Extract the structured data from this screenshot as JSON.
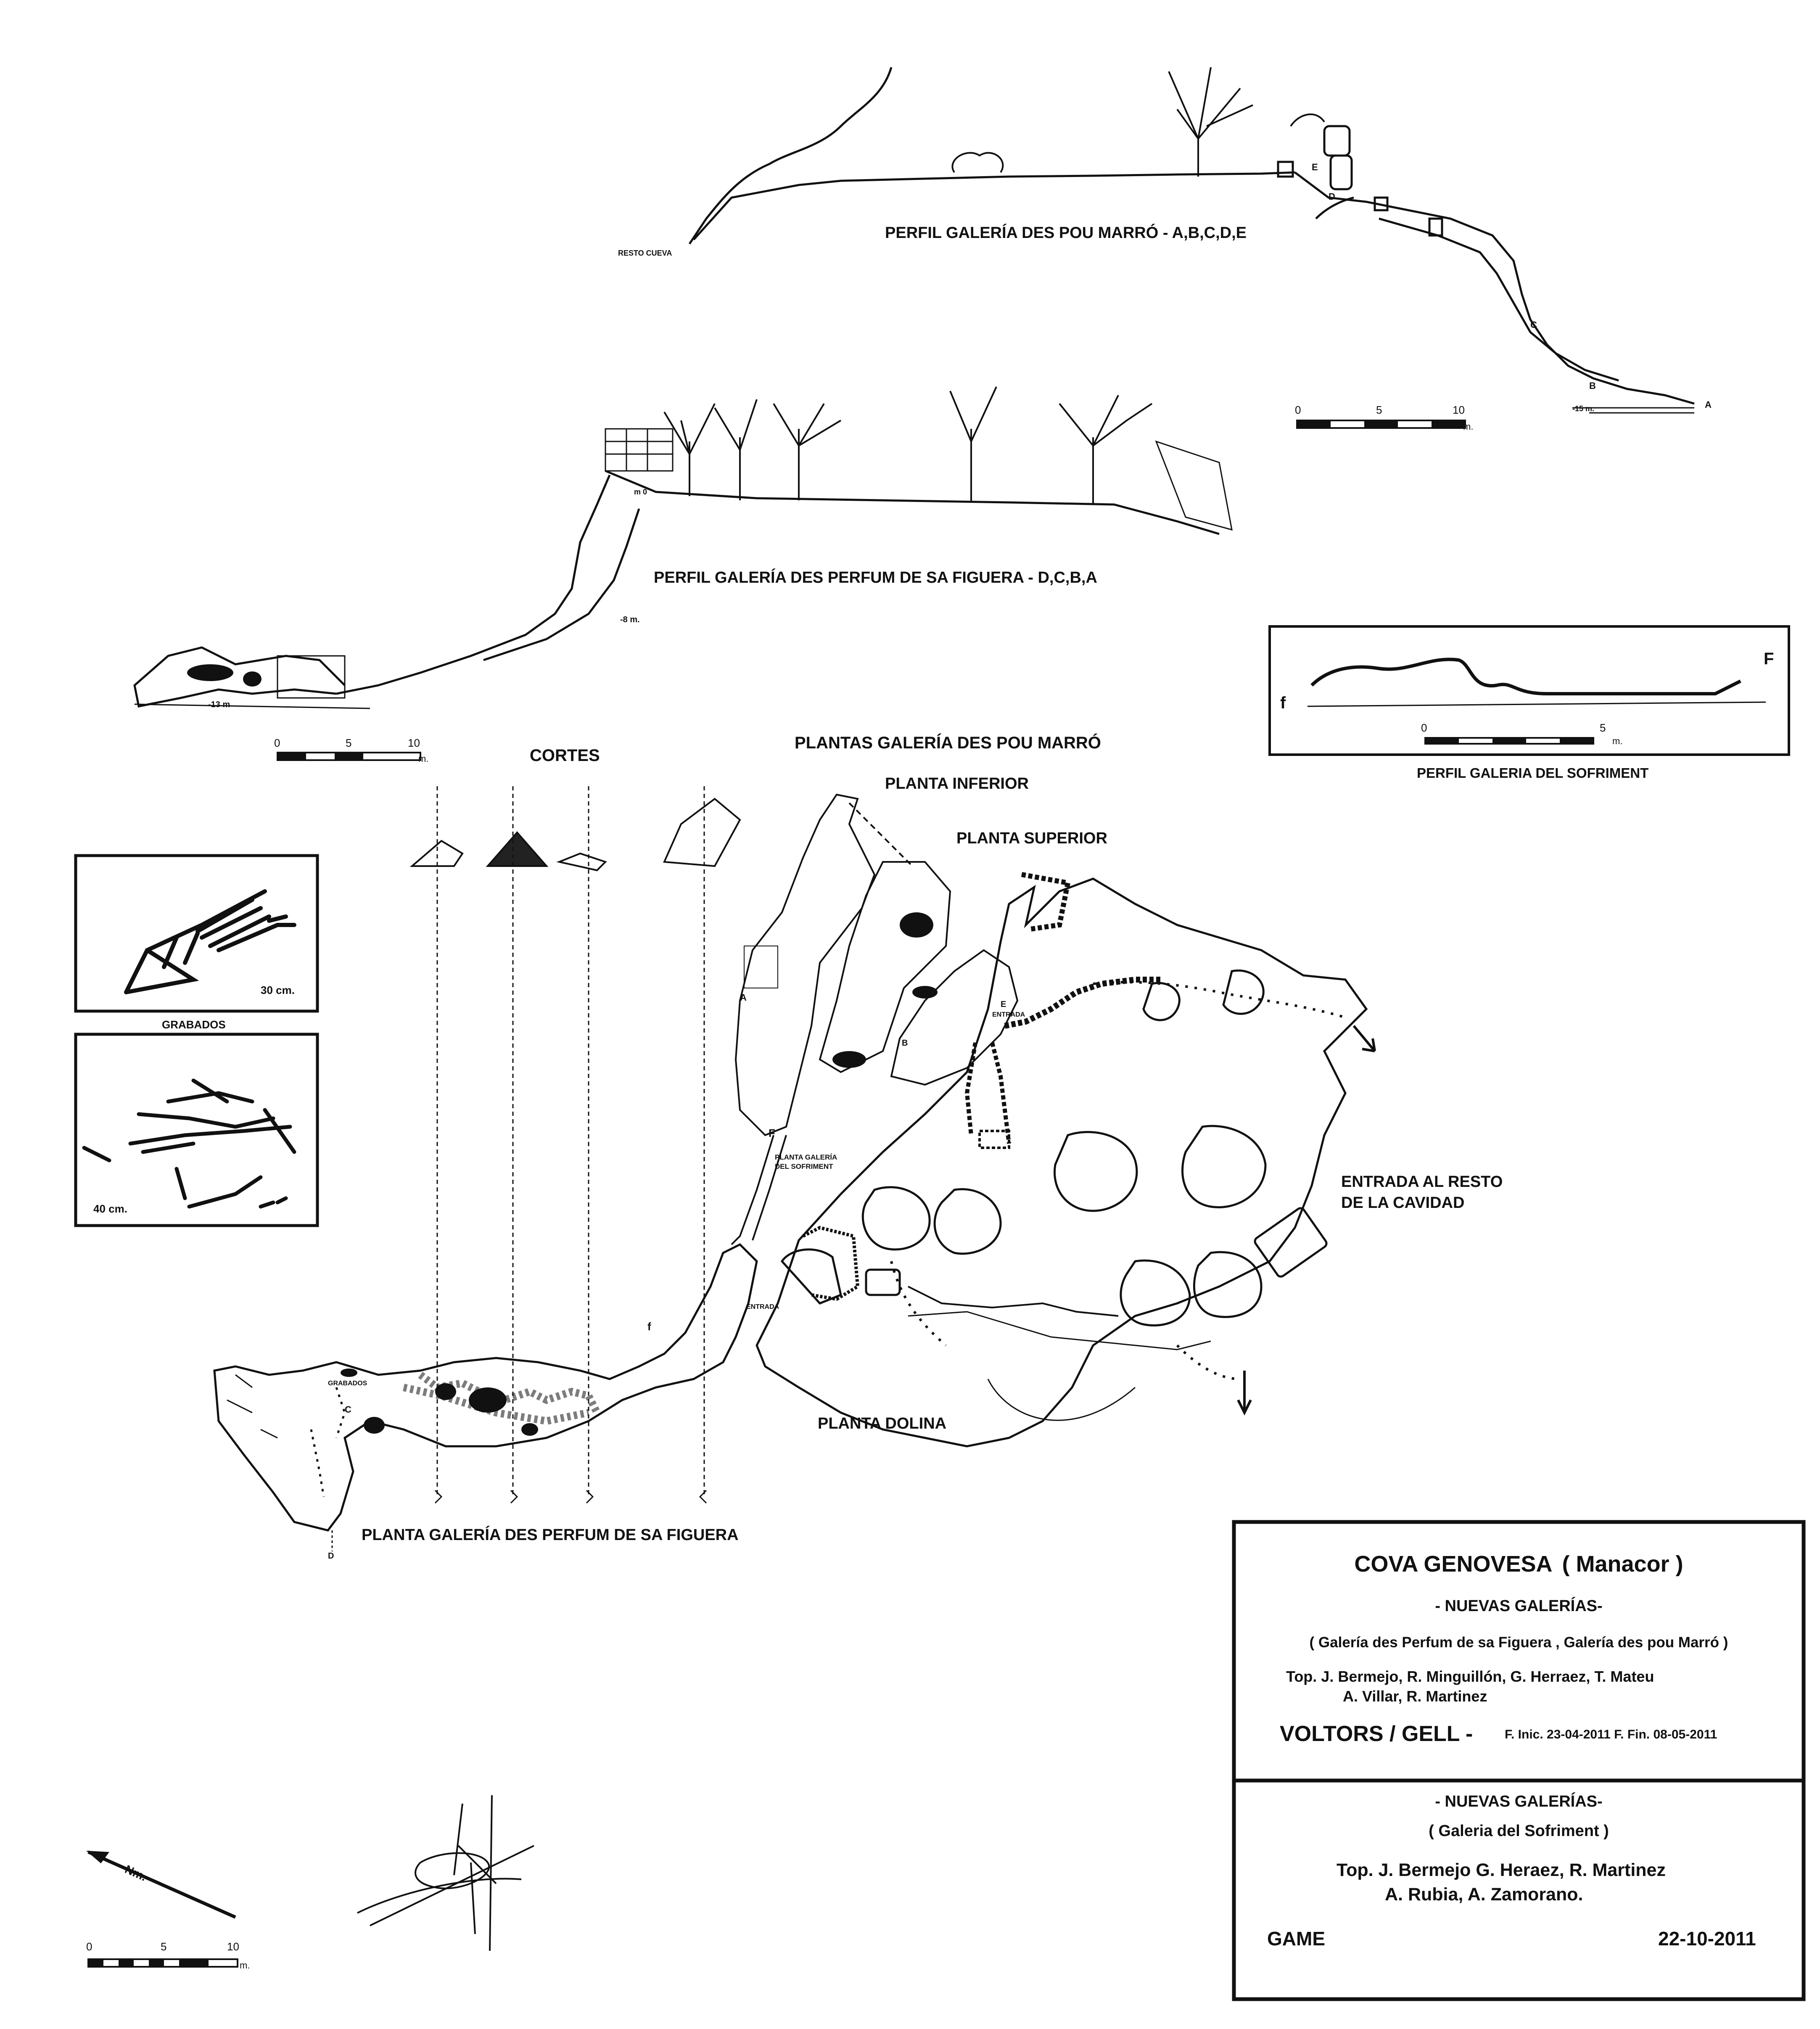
{
  "profiles": {
    "pou_marro_title": "PERFIL GALERÍA DES POU MARRÓ - A,B,C,D,E",
    "resto_cueva": "RESTO CUEVA",
    "pou_points": [
      "A",
      "B",
      "C",
      "D",
      "E"
    ],
    "pou_depth": "-15 m.",
    "pou_scale": [
      "0",
      "5",
      "10",
      "m."
    ],
    "perfum_title": "PERFIL GALERÍA DES PERFUM DE SA FIGUERA - D,C,B,A",
    "perfum_depth_0": "m 0",
    "perfum_depth_8": "-8 m.",
    "perfum_depth_13": "-13 m",
    "perfum_scale": [
      "0",
      "5",
      "10",
      "m."
    ],
    "sofriment_title": "PERFIL GALERIA DEL SOFRIMENT",
    "sofriment_points": [
      "F",
      "f"
    ],
    "sofriment_scale": [
      "0",
      "5",
      "m."
    ]
  },
  "plans": {
    "cortes": "CORTES",
    "plantas_title": "PLANTAS GALERÍA DES POU MARRÓ",
    "planta_inferior": "PLANTA INFERIOR",
    "planta_superior": "PLANTA SUPERIOR",
    "entrada_resto": [
      "ENTRADA AL RESTO",
      "DE LA CAVIDAD"
    ],
    "planta_dolina": "PLANTA DOLINA",
    "planta_perfum": "PLANTA GALERÍA DES PERFUM DE SA FIGUERA",
    "planta_sofriment": [
      "PLANTA GALERÍA",
      "DEL SOFRIMENT"
    ],
    "entrada": "ENTRADA",
    "grabados_small": "GRABADOS",
    "plan_letters": [
      "A",
      "B",
      "C",
      "D",
      "E",
      "F",
      "f"
    ]
  },
  "engravings": {
    "label": "GRABADOS",
    "size_1": "30 cm.",
    "size_2": "40 cm."
  },
  "north": {
    "label": "Nm."
  },
  "main_scale": [
    "0",
    "5",
    "10",
    "m."
  ],
  "title_block": {
    "name": "COVA GENOVESA",
    "place": "( Manacor )",
    "subtitle": "- NUEVAS GALERÍAS-",
    "galleries": "( Galería des Perfum de sa Figuera , Galería des pou Marró )",
    "topographers_1": "Top. J. Bermejo, R. Minguillón, G. Herraez, T. Mateu",
    "topographers_2": "A. Villar, R. Martinez",
    "clubs": "VOLTORS / GELL -",
    "dates": "F. Inic. 23-04-2011 F. Fin. 08-05-2011",
    "subtitle_2": "- NUEVAS GALERÍAS-",
    "gallery_2": "( Galeria del Sofriment )",
    "topographers_3": "Top. J. Bermejo G. Heraez, R. Martinez",
    "topographers_4": "A. Rubia, A. Zamorano.",
    "club_2": "GAME",
    "date_2": "22-10-2011"
  },
  "colors": {
    "ink": "#111111",
    "paper": "#ffffff"
  }
}
